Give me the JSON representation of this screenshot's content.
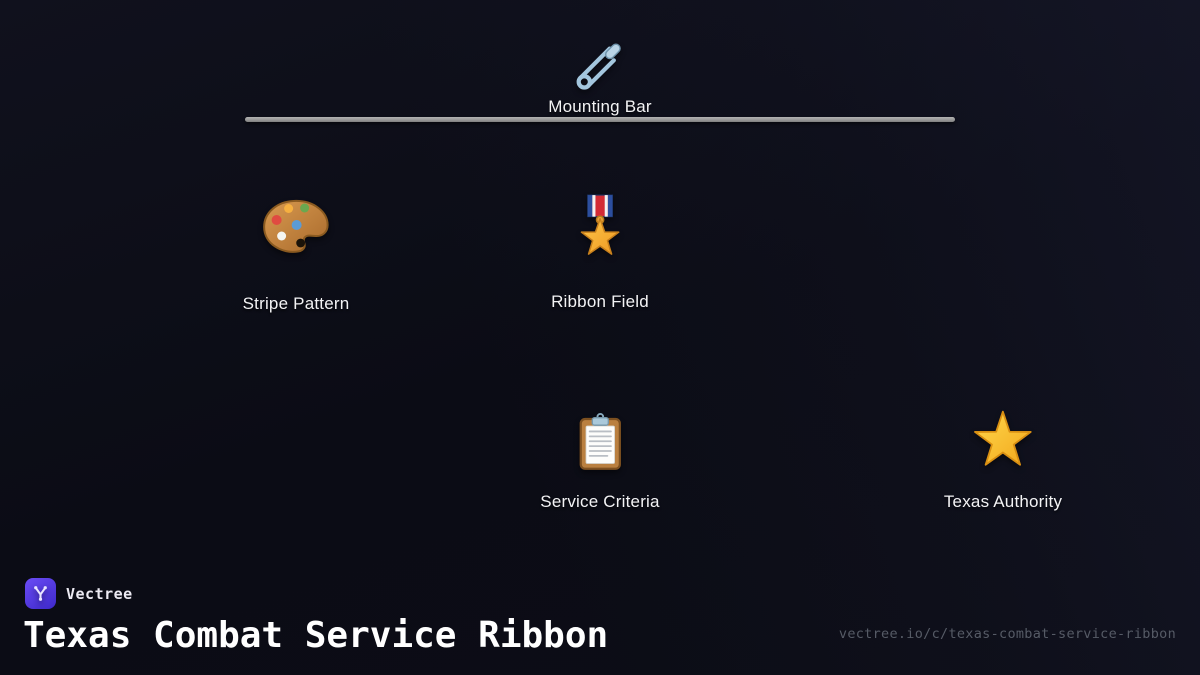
{
  "nodes": [
    {
      "label": "Mounting Bar",
      "icon": "safety-pin"
    },
    {
      "label": "Stripe Pattern",
      "icon": "palette"
    },
    {
      "label": "Ribbon Field",
      "icon": "military-medal"
    },
    {
      "label": "Service Criteria",
      "icon": "clipboard"
    },
    {
      "label": "Texas Authority",
      "icon": "star"
    }
  ],
  "divider": {
    "color": "#9a9a9a"
  },
  "footer": {
    "brand": "Vectree",
    "title": "Texas Combat Service Ribbon",
    "url": "vectree.io/c/texas-combat-service-ribbon",
    "logo_color": "#5b3fe0"
  },
  "colors": {
    "background": "#0c0d17",
    "label_text": "#f3f3f5",
    "divider_gray": "#9a9a9a",
    "url_text": "#565b66",
    "star_gold": "#f5b52e",
    "pin_blue": "#a3c6de",
    "palette_brown": "#c1853c",
    "clipboard_brown": "#ba8040",
    "medal_red": "#d32b35",
    "medal_blue": "#2c4e9e"
  }
}
